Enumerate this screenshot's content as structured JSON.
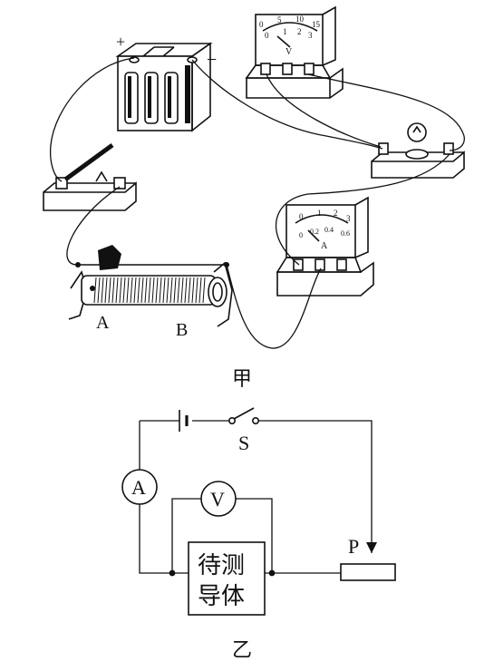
{
  "figure_a": {
    "caption": "甲",
    "battery": {
      "plus": "+",
      "minus": "−"
    },
    "voltmeter": {
      "scale_top": [
        "0",
        "5",
        "10",
        "15"
      ],
      "scale_bottom": [
        "0",
        "1",
        "2",
        "3"
      ],
      "unit": "V"
    },
    "ammeter": {
      "scale_top": [
        "0",
        "1",
        "2",
        "3"
      ],
      "scale_bottom": [
        "0",
        "0.2",
        "0.4",
        "0.6"
      ],
      "unit": "A"
    },
    "rheostat": {
      "end_a": "A",
      "end_b": "B"
    }
  },
  "figure_b": {
    "caption": "乙",
    "switch_label": "S",
    "slider_label": "P",
    "ammeter_symbol": "A",
    "voltmeter_symbol": "V",
    "conductor_line1": "待测",
    "conductor_line2": "导体"
  }
}
